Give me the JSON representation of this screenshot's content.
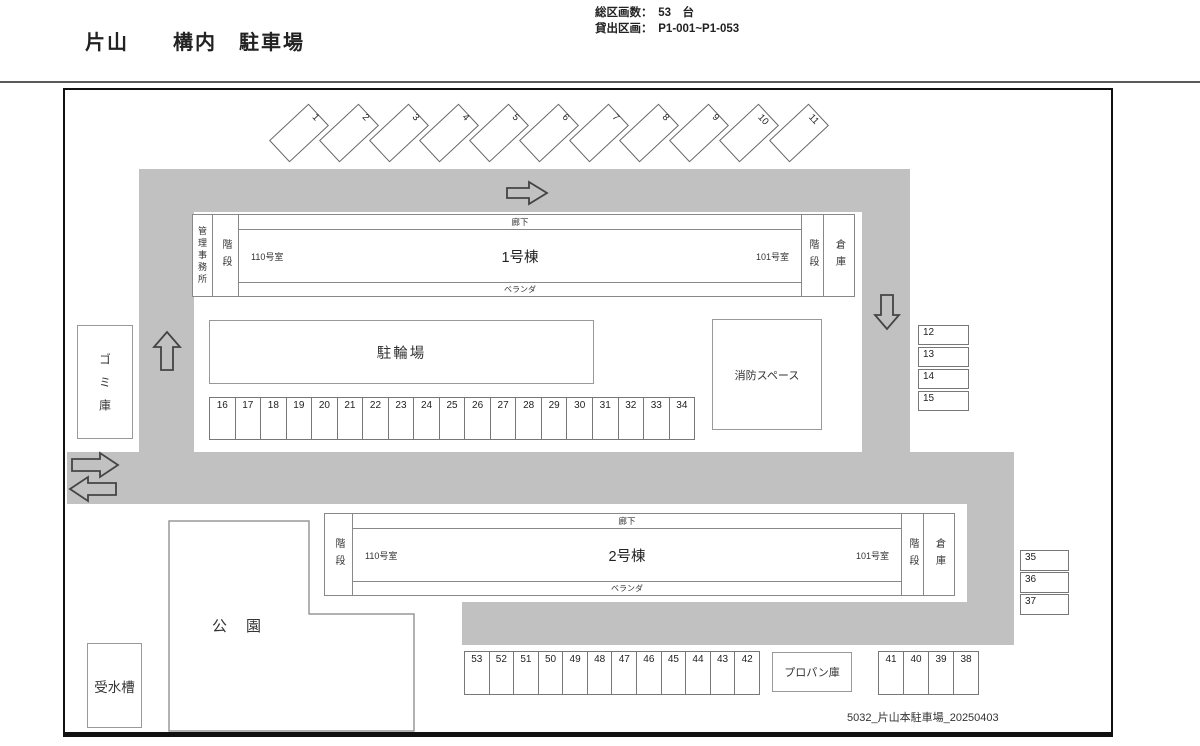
{
  "title": "片山　　構内　駐車場",
  "header": {
    "line1": "総区画数：　53　台",
    "line2": "貸出区画：　P1-001~P1-053"
  },
  "footer": "5032_片山本駐車場_20250403",
  "colors": {
    "road": "#c1c1c1",
    "frame": "#111111",
    "box_border": "#999999"
  },
  "spaces": {
    "diagonal": [
      "1",
      "2",
      "3",
      "4",
      "5",
      "6",
      "7",
      "8",
      "9",
      "10",
      "11"
    ],
    "row_mid": [
      "16",
      "17",
      "18",
      "19",
      "20",
      "21",
      "22",
      "23",
      "24",
      "25",
      "26",
      "27",
      "28",
      "29",
      "30",
      "31",
      "32",
      "33",
      "34"
    ],
    "col_right_upper": [
      "12",
      "13",
      "14",
      "15"
    ],
    "col_right_lower": [
      "35",
      "36",
      "37"
    ],
    "row_bottom": [
      "53",
      "52",
      "51",
      "50",
      "49",
      "48",
      "47",
      "46",
      "45",
      "44",
      "43",
      "42"
    ],
    "row_bottom_right": [
      "41",
      "40",
      "39",
      "38"
    ]
  },
  "buildings": {
    "b1": {
      "name": "1号棟",
      "corridor": "廊下",
      "veranda": "ベランダ",
      "room_left": "110号室",
      "room_right": "101号室",
      "office": "管理事務所",
      "stairs": "階段",
      "storage": "倉庫"
    },
    "b2": {
      "name": "2号棟",
      "corridor": "廊下",
      "veranda": "ベランダ",
      "room_left": "110号室",
      "room_right": "101号室",
      "stairs": "階段",
      "storage": "倉庫"
    }
  },
  "facilities": {
    "bicycle": "駐輪場",
    "fire": "消防スペース",
    "garbage": "ゴミ庫",
    "propane": "プロパン庫",
    "park": "公　園",
    "water": "受水槽"
  }
}
